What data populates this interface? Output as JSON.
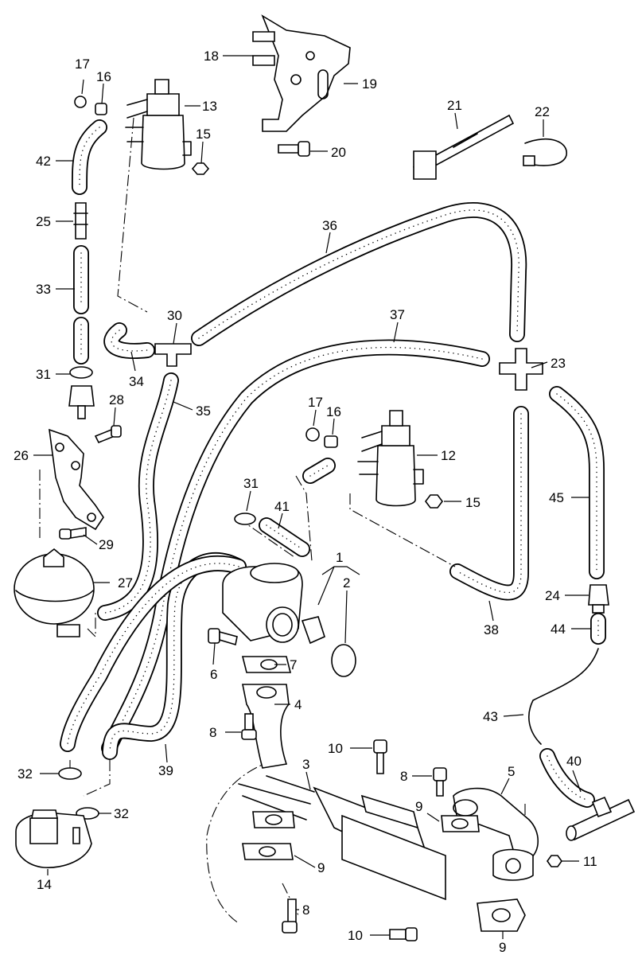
{
  "callouts": [
    {
      "id": "c17a",
      "number": "17"
    },
    {
      "id": "c16a",
      "number": "16"
    },
    {
      "id": "c13",
      "number": "13"
    },
    {
      "id": "c15a",
      "number": "15"
    },
    {
      "id": "c42",
      "number": "42"
    },
    {
      "id": "c25",
      "number": "25"
    },
    {
      "id": "c33",
      "number": "33"
    },
    {
      "id": "c31a",
      "number": "31"
    },
    {
      "id": "c28",
      "number": "28"
    },
    {
      "id": "c26",
      "number": "26"
    },
    {
      "id": "c29",
      "number": "29"
    },
    {
      "id": "c27",
      "number": "27"
    },
    {
      "id": "c18",
      "number": "18"
    },
    {
      "id": "c19",
      "number": "19"
    },
    {
      "id": "c20",
      "number": "20"
    },
    {
      "id": "c21",
      "number": "21"
    },
    {
      "id": "c22",
      "number": "22"
    },
    {
      "id": "c36",
      "number": "36"
    },
    {
      "id": "c30",
      "number": "30"
    },
    {
      "id": "c34",
      "number": "34"
    },
    {
      "id": "c35",
      "number": "35"
    },
    {
      "id": "c37",
      "number": "37"
    },
    {
      "id": "c23",
      "number": "23"
    },
    {
      "id": "c17b",
      "number": "17"
    },
    {
      "id": "c16b",
      "number": "16"
    },
    {
      "id": "c12",
      "number": "12"
    },
    {
      "id": "c15b",
      "number": "15"
    },
    {
      "id": "c45",
      "number": "45"
    },
    {
      "id": "c31b",
      "number": "31"
    },
    {
      "id": "c41",
      "number": "41"
    },
    {
      "id": "c1",
      "number": "1"
    },
    {
      "id": "c2",
      "number": "2"
    },
    {
      "id": "c6",
      "number": "6"
    },
    {
      "id": "c7",
      "number": "7"
    },
    {
      "id": "c4",
      "number": "4"
    },
    {
      "id": "c8a",
      "number": "8"
    },
    {
      "id": "c24",
      "number": "24"
    },
    {
      "id": "c44",
      "number": "44"
    },
    {
      "id": "c38",
      "number": "38"
    },
    {
      "id": "c43",
      "number": "43"
    },
    {
      "id": "c39",
      "number": "39"
    },
    {
      "id": "c10a",
      "number": "10"
    },
    {
      "id": "c3",
      "number": "3"
    },
    {
      "id": "c8b",
      "number": "8"
    },
    {
      "id": "c5",
      "number": "5"
    },
    {
      "id": "c40",
      "number": "40"
    },
    {
      "id": "c9a",
      "number": "9"
    },
    {
      "id": "c32a",
      "number": "32"
    },
    {
      "id": "c32b",
      "number": "32"
    },
    {
      "id": "c14",
      "number": "14"
    },
    {
      "id": "c11",
      "number": "11"
    },
    {
      "id": "c9b",
      "number": "9"
    },
    {
      "id": "c8c",
      "number": "8"
    },
    {
      "id": "c10b",
      "number": "10"
    },
    {
      "id": "c9c",
      "number": "9"
    }
  ]
}
